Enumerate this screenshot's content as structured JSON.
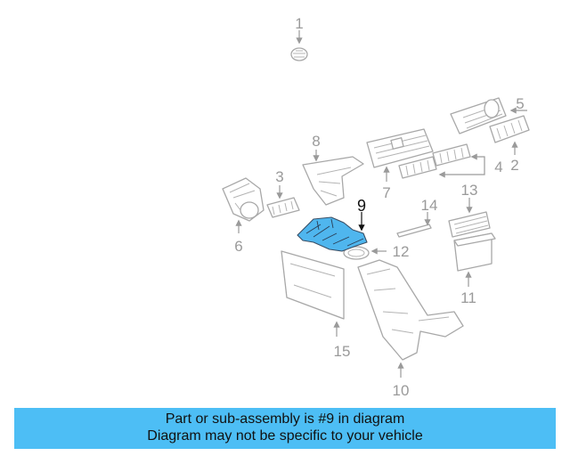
{
  "diagram": {
    "highlight_color": "#4fb6ee",
    "callouts": {
      "c1": "1",
      "c2": "2",
      "c3": "3",
      "c4": "4",
      "c5": "5",
      "c6": "6",
      "c7": "7",
      "c8": "8",
      "c9": "9",
      "c10": "10",
      "c11": "11",
      "c12": "12",
      "c13": "13",
      "c14": "14",
      "c15": "15"
    }
  },
  "banner": {
    "line1": "Part or sub-assembly is #9 in diagram",
    "line2": "Diagram may not be specific to your vehicle",
    "color": "#4dbef5"
  }
}
